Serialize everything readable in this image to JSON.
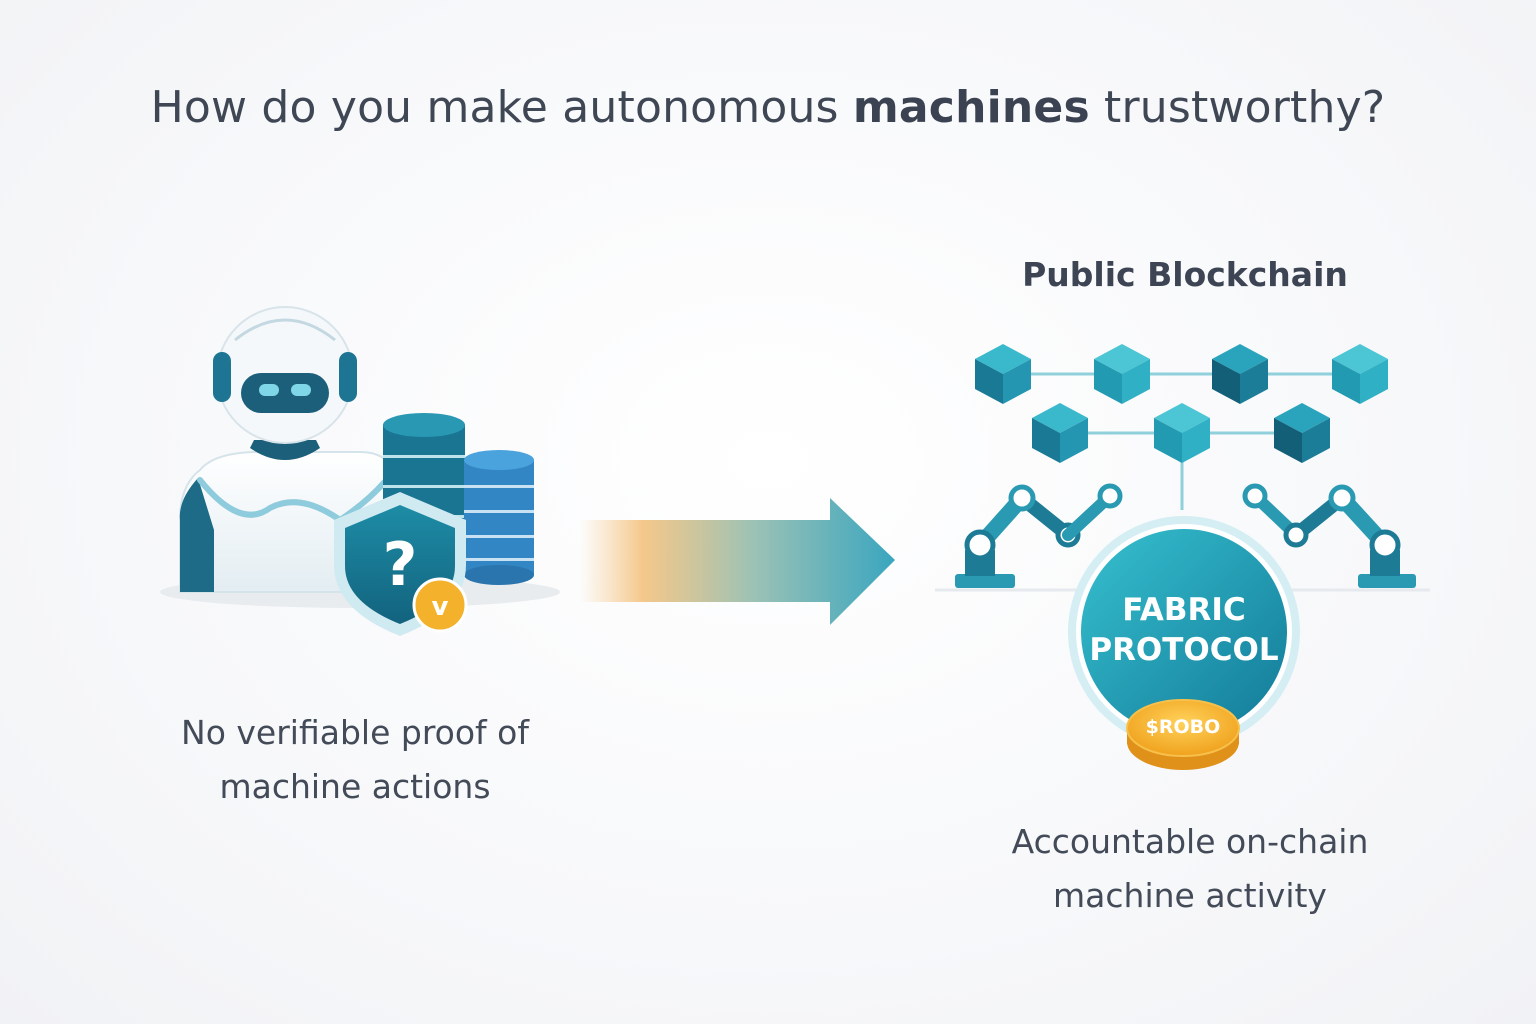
{
  "headline": {
    "prefix": "How do you make autonomous",
    "emphasis": "machines",
    "suffix": "trustworthy?"
  },
  "left_panel": {
    "caption_line1": "No verifiable proof of",
    "caption_line2": "machine actions",
    "shield_symbol": "?",
    "badge_symbol": "v",
    "icons": [
      "robot-icon",
      "database-icon",
      "shield-question-icon",
      "badge-icon"
    ]
  },
  "right_panel": {
    "title": "Public Blockchain",
    "protocol_line1": "FABRIC",
    "protocol_line2": "PROTOCOL",
    "token": "$ROBO",
    "caption_line1": "Accountable on-chain",
    "caption_line2": "machine activity",
    "icons": [
      "blockchain-cube-icon",
      "robotic-arm-icon",
      "coin-icon"
    ]
  },
  "colors": {
    "teal_dark": "#1a6f8c",
    "teal": "#2196ad",
    "teal_light": "#34b8c8",
    "blue": "#3a8ccc",
    "gold": "#f5b330",
    "text": "#3f4654"
  }
}
